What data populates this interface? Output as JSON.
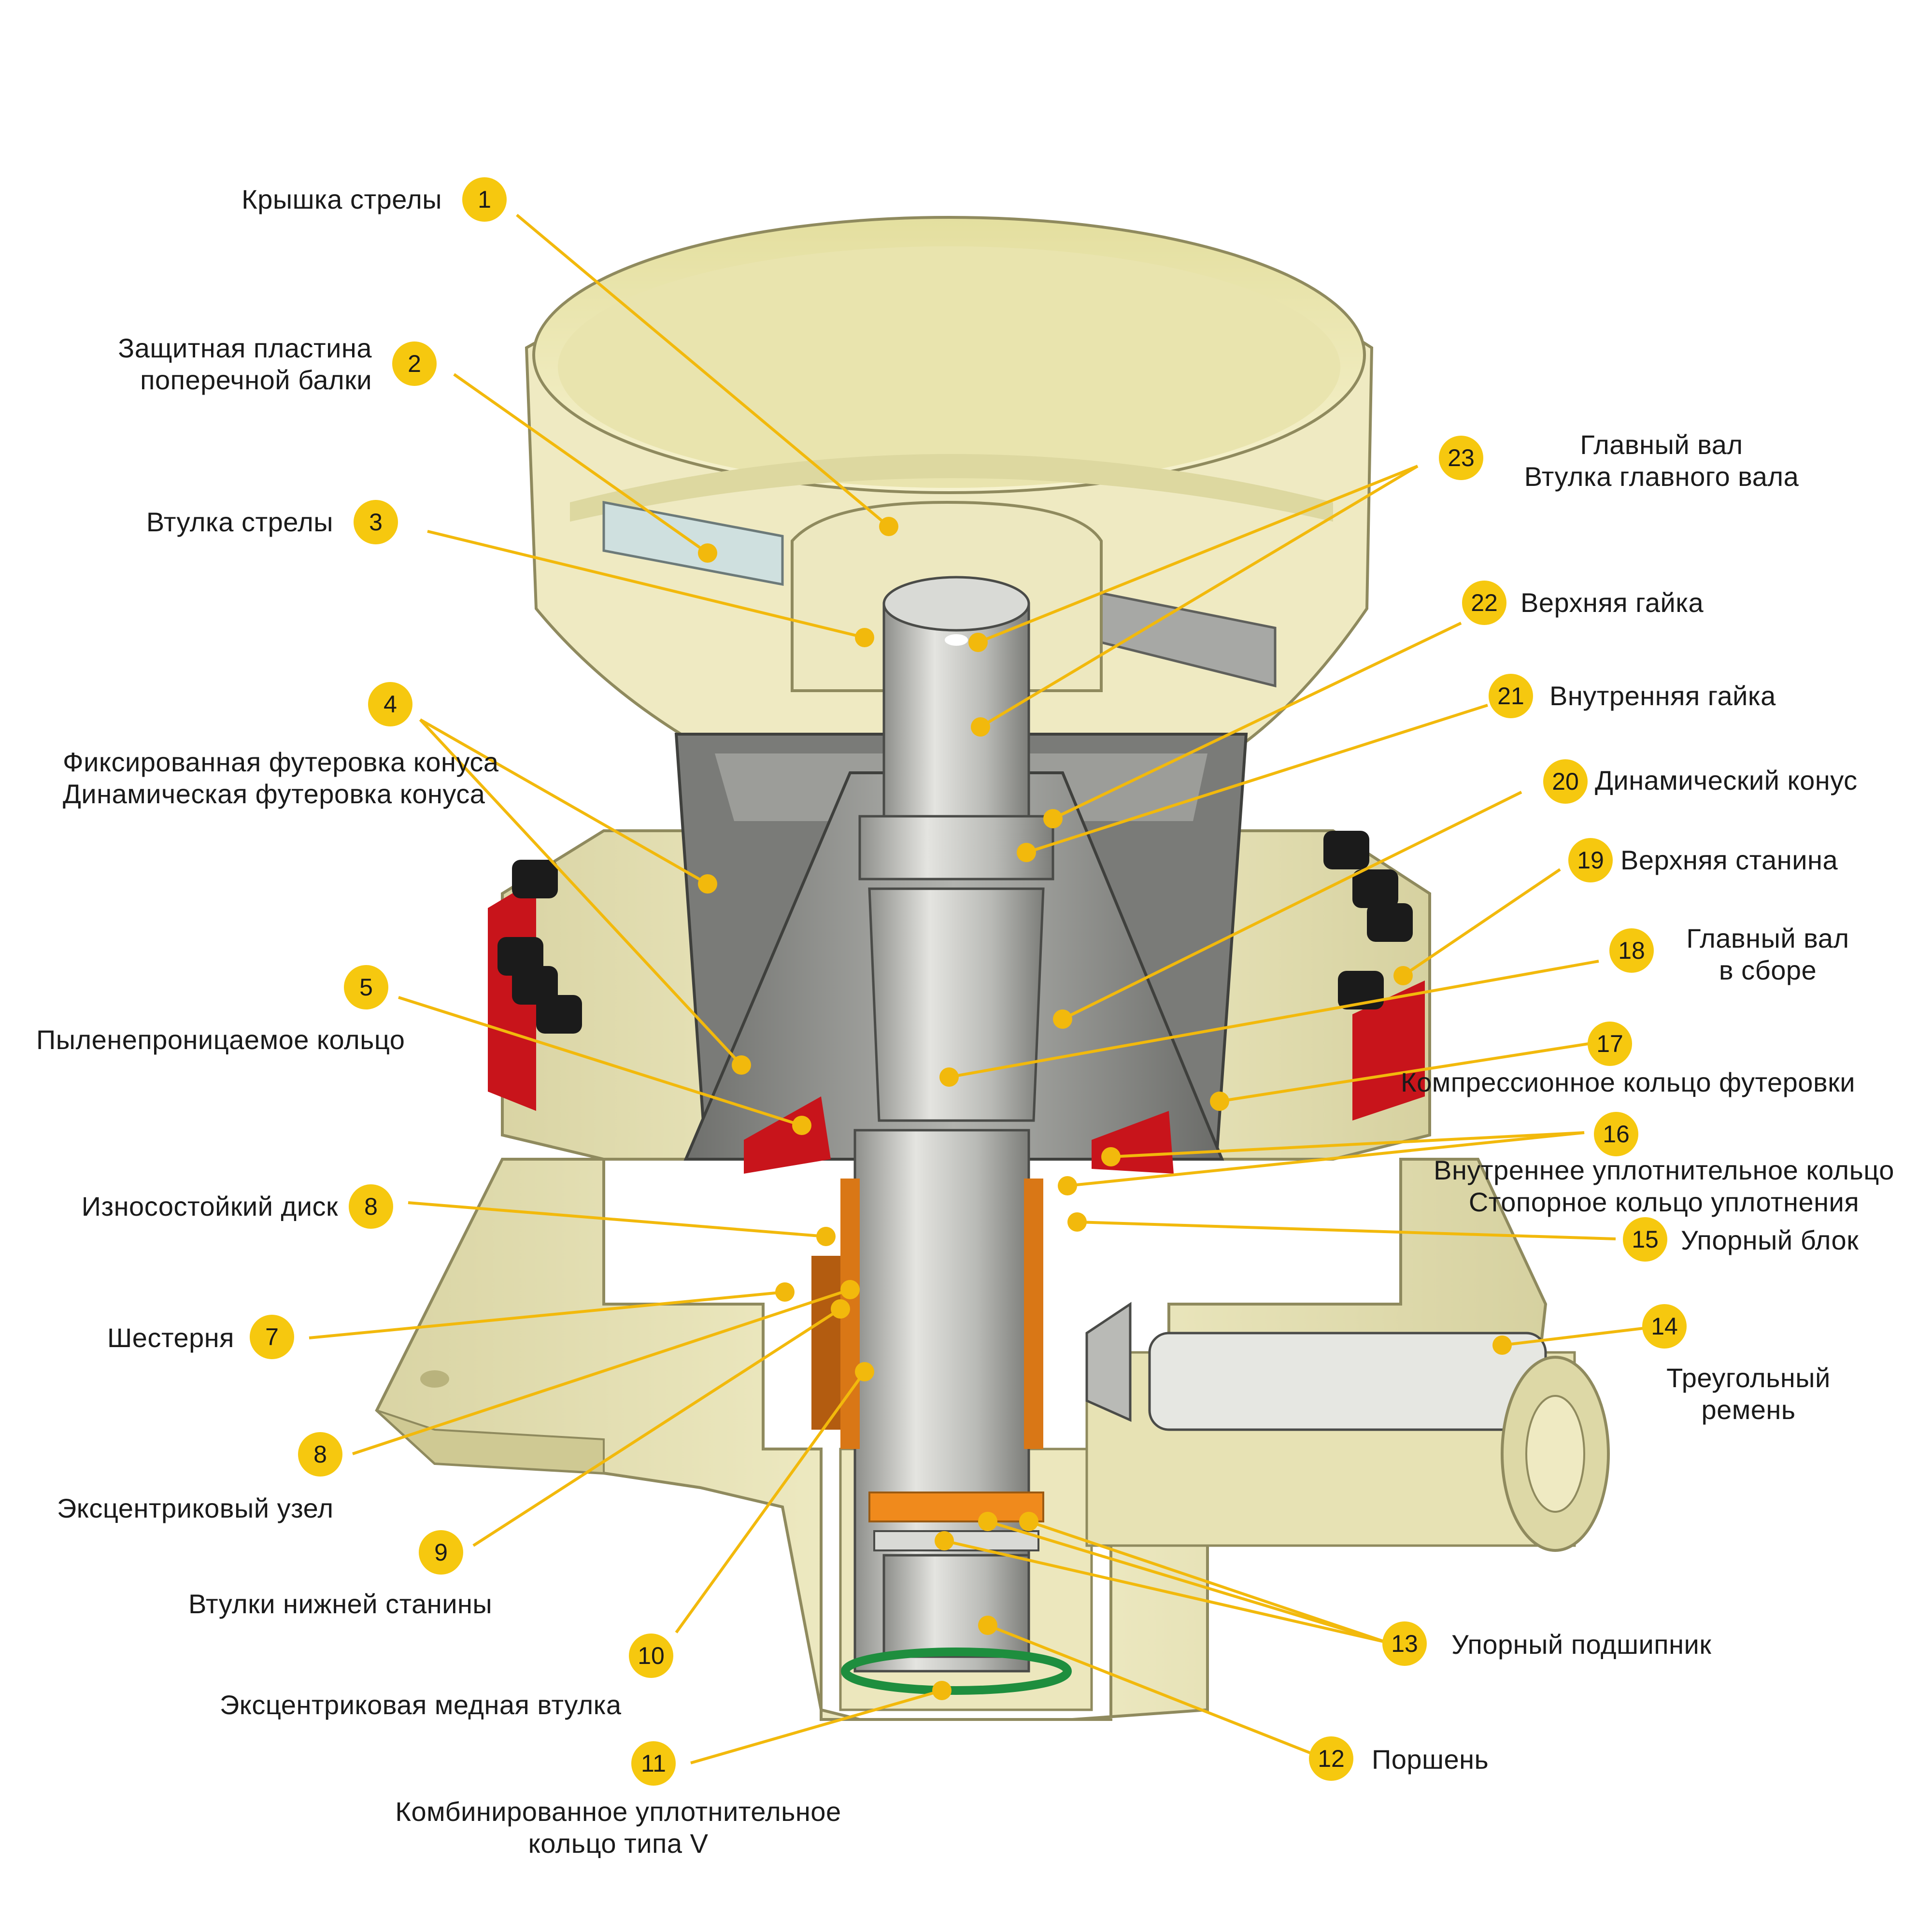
{
  "colors": {
    "callout": "#f6c80f",
    "leader": "#f2b90c",
    "housing": "#efebc0",
    "steel": "#a9aaa6",
    "bronze": "#d97716",
    "gasket": "#c8141b"
  },
  "callouts": [
    {
      "num": "1",
      "lines": [
        "Крышка стрелы"
      ]
    },
    {
      "num": "2",
      "lines": [
        "Защитная пластина",
        "поперечной балки"
      ]
    },
    {
      "num": "3",
      "lines": [
        "Втулка стрелы"
      ]
    },
    {
      "num": "4",
      "lines": [
        "Фиксированная футеровка конуса",
        "Динамическая футеровка конуса"
      ]
    },
    {
      "num": "5",
      "lines": [
        "Пыленепроницаемое кольцо"
      ]
    },
    {
      "num": "8",
      "lines": [
        "Износостойкий диск"
      ]
    },
    {
      "num": "7",
      "lines": [
        "Шестерня"
      ]
    },
    {
      "num": "8",
      "lines": [
        "Эксцентриковый узел"
      ]
    },
    {
      "num": "9",
      "lines": [
        "Втулки нижней станины"
      ]
    },
    {
      "num": "10",
      "lines": [
        "Эксцентриковая медная втулка"
      ]
    },
    {
      "num": "11",
      "lines": [
        "Комбинированное уплотнительное",
        "кольцо типа V"
      ]
    },
    {
      "num": "23",
      "lines": [
        "Главный вал",
        "Втулка главного вала"
      ]
    },
    {
      "num": "22",
      "lines": [
        "Верхняя гайка"
      ]
    },
    {
      "num": "21",
      "lines": [
        "Внутренняя гайка"
      ]
    },
    {
      "num": "20",
      "lines": [
        "Динамический конус"
      ]
    },
    {
      "num": "19",
      "lines": [
        "Верхняя станина"
      ]
    },
    {
      "num": "18",
      "lines": [
        "Главный вал",
        "в сборе"
      ]
    },
    {
      "num": "17",
      "lines": [
        "Компрессионное кольцо футеровки"
      ]
    },
    {
      "num": "16",
      "lines": [
        "Внутреннее уплотнительное кольцо",
        "Стопорное кольцо уплотнения"
      ]
    },
    {
      "num": "15",
      "lines": [
        "Упорный блок"
      ]
    },
    {
      "num": "14",
      "lines": [
        "Треугольный",
        "ремень"
      ]
    },
    {
      "num": "13",
      "lines": [
        "Упорный подшипник"
      ]
    },
    {
      "num": "12",
      "lines": [
        "Поршень"
      ]
    }
  ]
}
